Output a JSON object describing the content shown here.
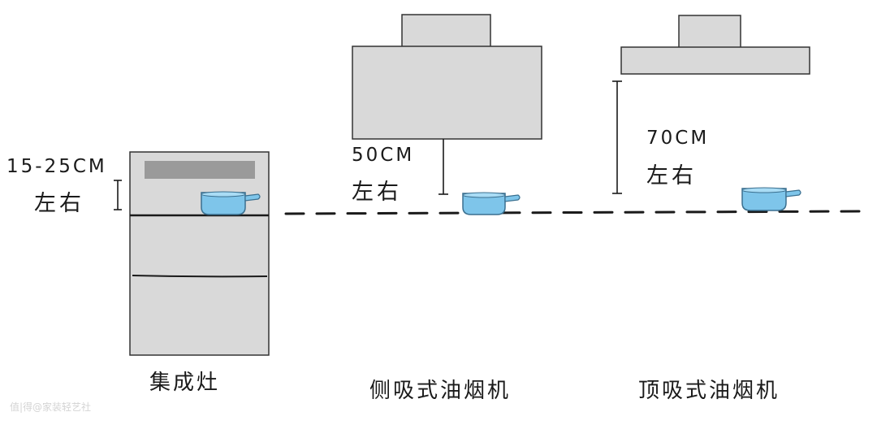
{
  "integrated_stove": {
    "height_label": "15-25CM",
    "approx_label": "左右",
    "caption": "集成灶"
  },
  "side_hood": {
    "height_label": "50CM",
    "approx_label": "左右",
    "caption": "侧吸式油烟机"
  },
  "top_hood": {
    "height_label": "70CM",
    "approx_label": "左右",
    "caption": "顶吸式油烟机"
  },
  "watermark": "值|得@家装轻艺社",
  "colors": {
    "appliance_fill": "#d9d9d9",
    "panel_fill": "#9a9a9a",
    "pot_fill": "#7ec5ea",
    "outline": "#1a1a1a"
  },
  "icons": [
    "pot-icon",
    "hood-icon",
    "stove-icon"
  ]
}
